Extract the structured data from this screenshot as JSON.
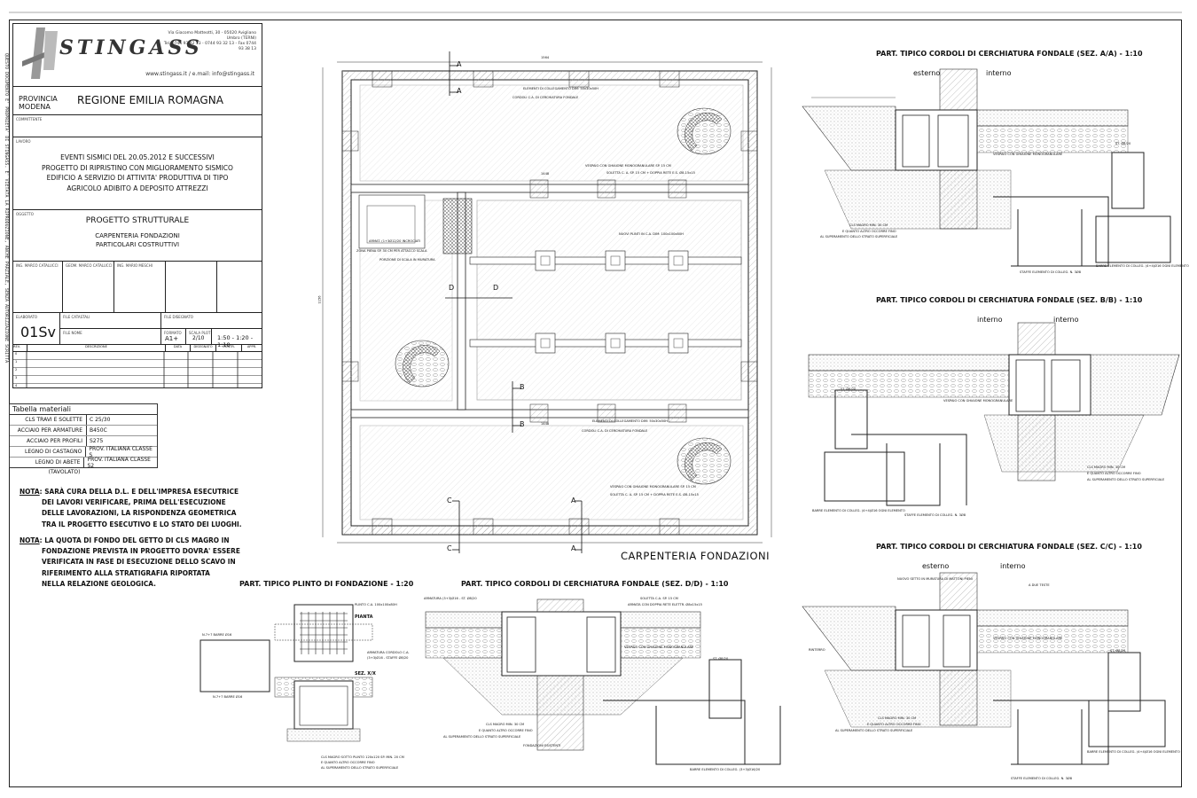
{
  "company": {
    "logo_text": "STINGASS",
    "address": "Via Giacomo Matteotti, 30 - 05020 Avigliano Umbro (TERNI)",
    "phone": "Tel. 0744 93 32 13 - 0744 93 32 13 - Fax 0744 93 38 13",
    "web": "www.stingass.it / e.mail: info@stingass.it"
  },
  "side_notice": "QUESTO DOCUMENTO E' PROPRIETA' DI STINGASS. E' VIETATA LA RIPRODUZIONE, ANCHE PARZIALE, SENZA AUTORIZZAZIONE SCRITTA",
  "title_block": {
    "provincia_label": "PROVINCIA",
    "provincia_value": "MODENA",
    "region": "REGIONE EMILIA ROMAGNA",
    "committente_label": "COMMITTENTE",
    "lavoro_label": "LAVORO",
    "lavoro_lines": [
      "EVENTI SISMICI DEL 20.05.2012 E SUCCESSIVI",
      "PROGETTO DI RIPRISTINO CON MIGLIORAMENTO SISMICO",
      "EDIFICIO A SERVIZIO DI ATTIVITA' PRODUTTIVA DI TIPO",
      "AGRICOLO ADIBITO A DEPOSITO ATTREZZI"
    ],
    "oggetto_label": "OGGETTO",
    "oggetto_title": "PROGETTO STRUTTURALE",
    "oggetto_lines": [
      "CARPENTERIA FONDAZIONI",
      "PARTICOLARI COSTRUTTIVI"
    ],
    "signers": [
      "ING. MARCO CATALUCCI",
      "GEOM. MARCO CATALUCCI",
      "ING. MARIO MESCHI"
    ],
    "elaborato_label": "ELABORATO",
    "elaborato": "01Sv",
    "file_catastali_label": "FILE CATASTALI",
    "file_disegnato_label": "FILE DISEGNATO",
    "file_label": "FILE NOME",
    "formato_label": "FORMATO",
    "formato": "A1+",
    "scala_label": "SCALA PLOT",
    "scala_plot": "2/10",
    "scale": "1:50 - 1:20 - 1:10",
    "rev_headers": [
      "REV.",
      "DESCRIZIONE",
      "DATA",
      "DISEGNATO",
      "CONTR.",
      "APPR."
    ],
    "rev_numbers": [
      "0",
      "1",
      "2",
      "3",
      "4"
    ]
  },
  "materials": {
    "title": "Tabella materiali",
    "rows": [
      {
        "k": "CLS TRAVI E SOLETTE",
        "v": "C 25/30"
      },
      {
        "k": "ACCIAIO PER ARMATURE",
        "v": "B450C"
      },
      {
        "k": "ACCIAIO PER PROFILI",
        "v": "S275"
      },
      {
        "k": "LEGNO DI CASTAGNO",
        "v": "PROV. ITALIANA CLASSE S"
      },
      {
        "k": "LEGNO DI ABETE (TAVOLATO)",
        "v": "PROV. ITALIANA CLASSE S2"
      }
    ]
  },
  "notes": [
    {
      "label": "NOTA",
      "lines": [
        "SARÀ CURA DELLA D.L. E DELL'IMPRESA ESECUTRICE",
        "DEI LAVORI VERIFICARE, PRIMA DELL'ESECUZIONE",
        "DELLE LAVORAZIONI, LA RISPONDENZA GEOMETRICA",
        "TRA IL PROGETTO ESECUTIVO E LO STATO DEI LUOGHI."
      ]
    },
    {
      "label": "NOTA",
      "lines": [
        "LA QUOTA DI FONDO DEL GETTO DI CLS MAGRO IN",
        "FONDAZIONE PREVISTA IN PROGETTO DOVRA' ESSERE",
        "VERIFICATA IN FASE DI ESECUZIONE DELLO SCAVO IN",
        "RIFERIMENTO ALLA STRATIGRAFIA RIPORTATA",
        "NELLA RELAZIONE GEOLOGICA."
      ]
    }
  ],
  "plan": {
    "title": "CARPENTERIA FONDAZIONI",
    "dim_total": "1564",
    "dim_inner": "1448",
    "dim_height": "1156",
    "labels": {
      "collegamento": "ELEMENTI DI COLLEGAMENTO DIM: 50x30x50H",
      "cordoli": "CORDOLI C.A. DI CERCHIATURA FONDALE",
      "vespaio": "VESPAIO CON GHIAIONE MONOGRANULARE SP. 15 CM",
      "soletta": "SOLETTA C. A. SP. 15 CM + DOPPIA RETE E.S. Ø8-15x15",
      "plinti": "NUOVI PLINTI IN C.A. DIM: 100x100x80H",
      "armat": "ARMAT. (1+3Ø12/20 INCROCIATI",
      "zona": "ZONA PIENA SP. 30 CM PER ATTACCO SCALA",
      "porzione": "PORZIONE DI SCALA IN MURATURA"
    },
    "section_marks": [
      "A",
      "A",
      "B",
      "B",
      "C",
      "C",
      "D",
      "D",
      "A",
      "A"
    ]
  },
  "details": {
    "aa_title": "PART. TIPICO CORDOLI DI CERCHIATURA FONDALE (SEZ. A/A) - 1:10",
    "bb_title": "PART. TIPICO CORDOLI DI CERCHIATURA FONDALE (SEZ. B/B) - 1:10",
    "cc_title": "PART. TIPICO CORDOLI DI CERCHIATURA FONDALE (SEZ. C/C) - 1:10",
    "dd_title": "PART. TIPICO CORDOLI DI CERCHIATURA FONDALE (SEZ. D/D) - 1:10",
    "plinto_title": "PART. TIPICO PLINTO DI FONDAZIONE - 1:20",
    "esterno": "esterno",
    "interno": "interno",
    "pianta": "PIANTA",
    "sez_xx": "SEZ. X/X",
    "cls_magro": "CLS MAGRO MIN. 30 CM",
    "quanto": "E QUANTO ALTRO OCCORRE FINO",
    "superamento": "AL SUPERAMENTO DELLO STRATO SUPERFICIALE",
    "staffe": "STAFFE ELEMENTO DI COLLEG. N. 3Ø8",
    "barre": "BARRE ELEMENTO DI COLLEG. (4+4)Ø16 OGNI ELEMENTO",
    "vespaio": "VESPAIO CON GHIAIONE MONOGRANULARE",
    "st820": "ST. Ø8/20",
    "rinterro": "RINTERRO",
    "fondazioni_esistenti": "FONDAZIONI ESISTENTI",
    "plinto_ca": "PLINTO C.A. 100x100x80H",
    "armatura_cordolo": "ARMATURA CORDOLO C.A.",
    "armatura_detail": "(3+3)Ø16 - STAFFE Ø8/20",
    "n77": "N.7+7 BARRE Ø16",
    "magro_plinto": "CLS MAGRO SOTTO PLINTO 120x120 SP. MIN. 20 CM",
    "armatura_dd": "ARMATURA (3+3)Ø16 - ST. Ø8/20",
    "soletta_dd": "SOLETTA C.A. SP. 15 CM",
    "rete_dd": "ARMATA CON DOPPIA RETE ELETTR. Ø8x15x15",
    "barre_dd": "BARRE ELEMENTO DI COLLEG. (3+3)Ø16/20",
    "setto": "NUOVO SETTO IN MURATURA DI MATTONI PIENI",
    "due_teste": "A DUE TESTE"
  }
}
